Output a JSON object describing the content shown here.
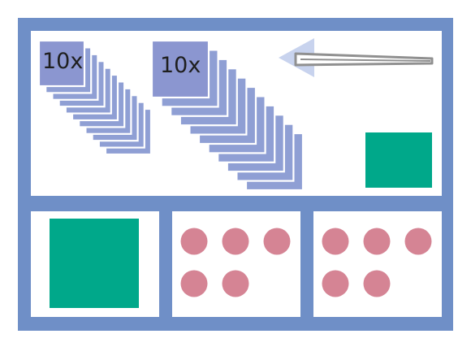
{
  "stacks": [
    {
      "label": "10x"
    },
    {
      "label": "10x"
    }
  ],
  "icons": {
    "direction": "arrow-left-icon",
    "tool": "tweezers-icon"
  },
  "colors": {
    "frame": "#6f8fc7",
    "sheet": "#8f9fd4",
    "sheet_front": "#8b96d0",
    "green": "#00a88a",
    "dot": "#d58494",
    "arrow": "#c8d3ee",
    "tweezers": "#909090"
  },
  "compartments": {
    "bottom_left": {
      "squares": 1
    },
    "bottom_middle": {
      "dots": 5
    },
    "bottom_right": {
      "dots": 5
    }
  }
}
